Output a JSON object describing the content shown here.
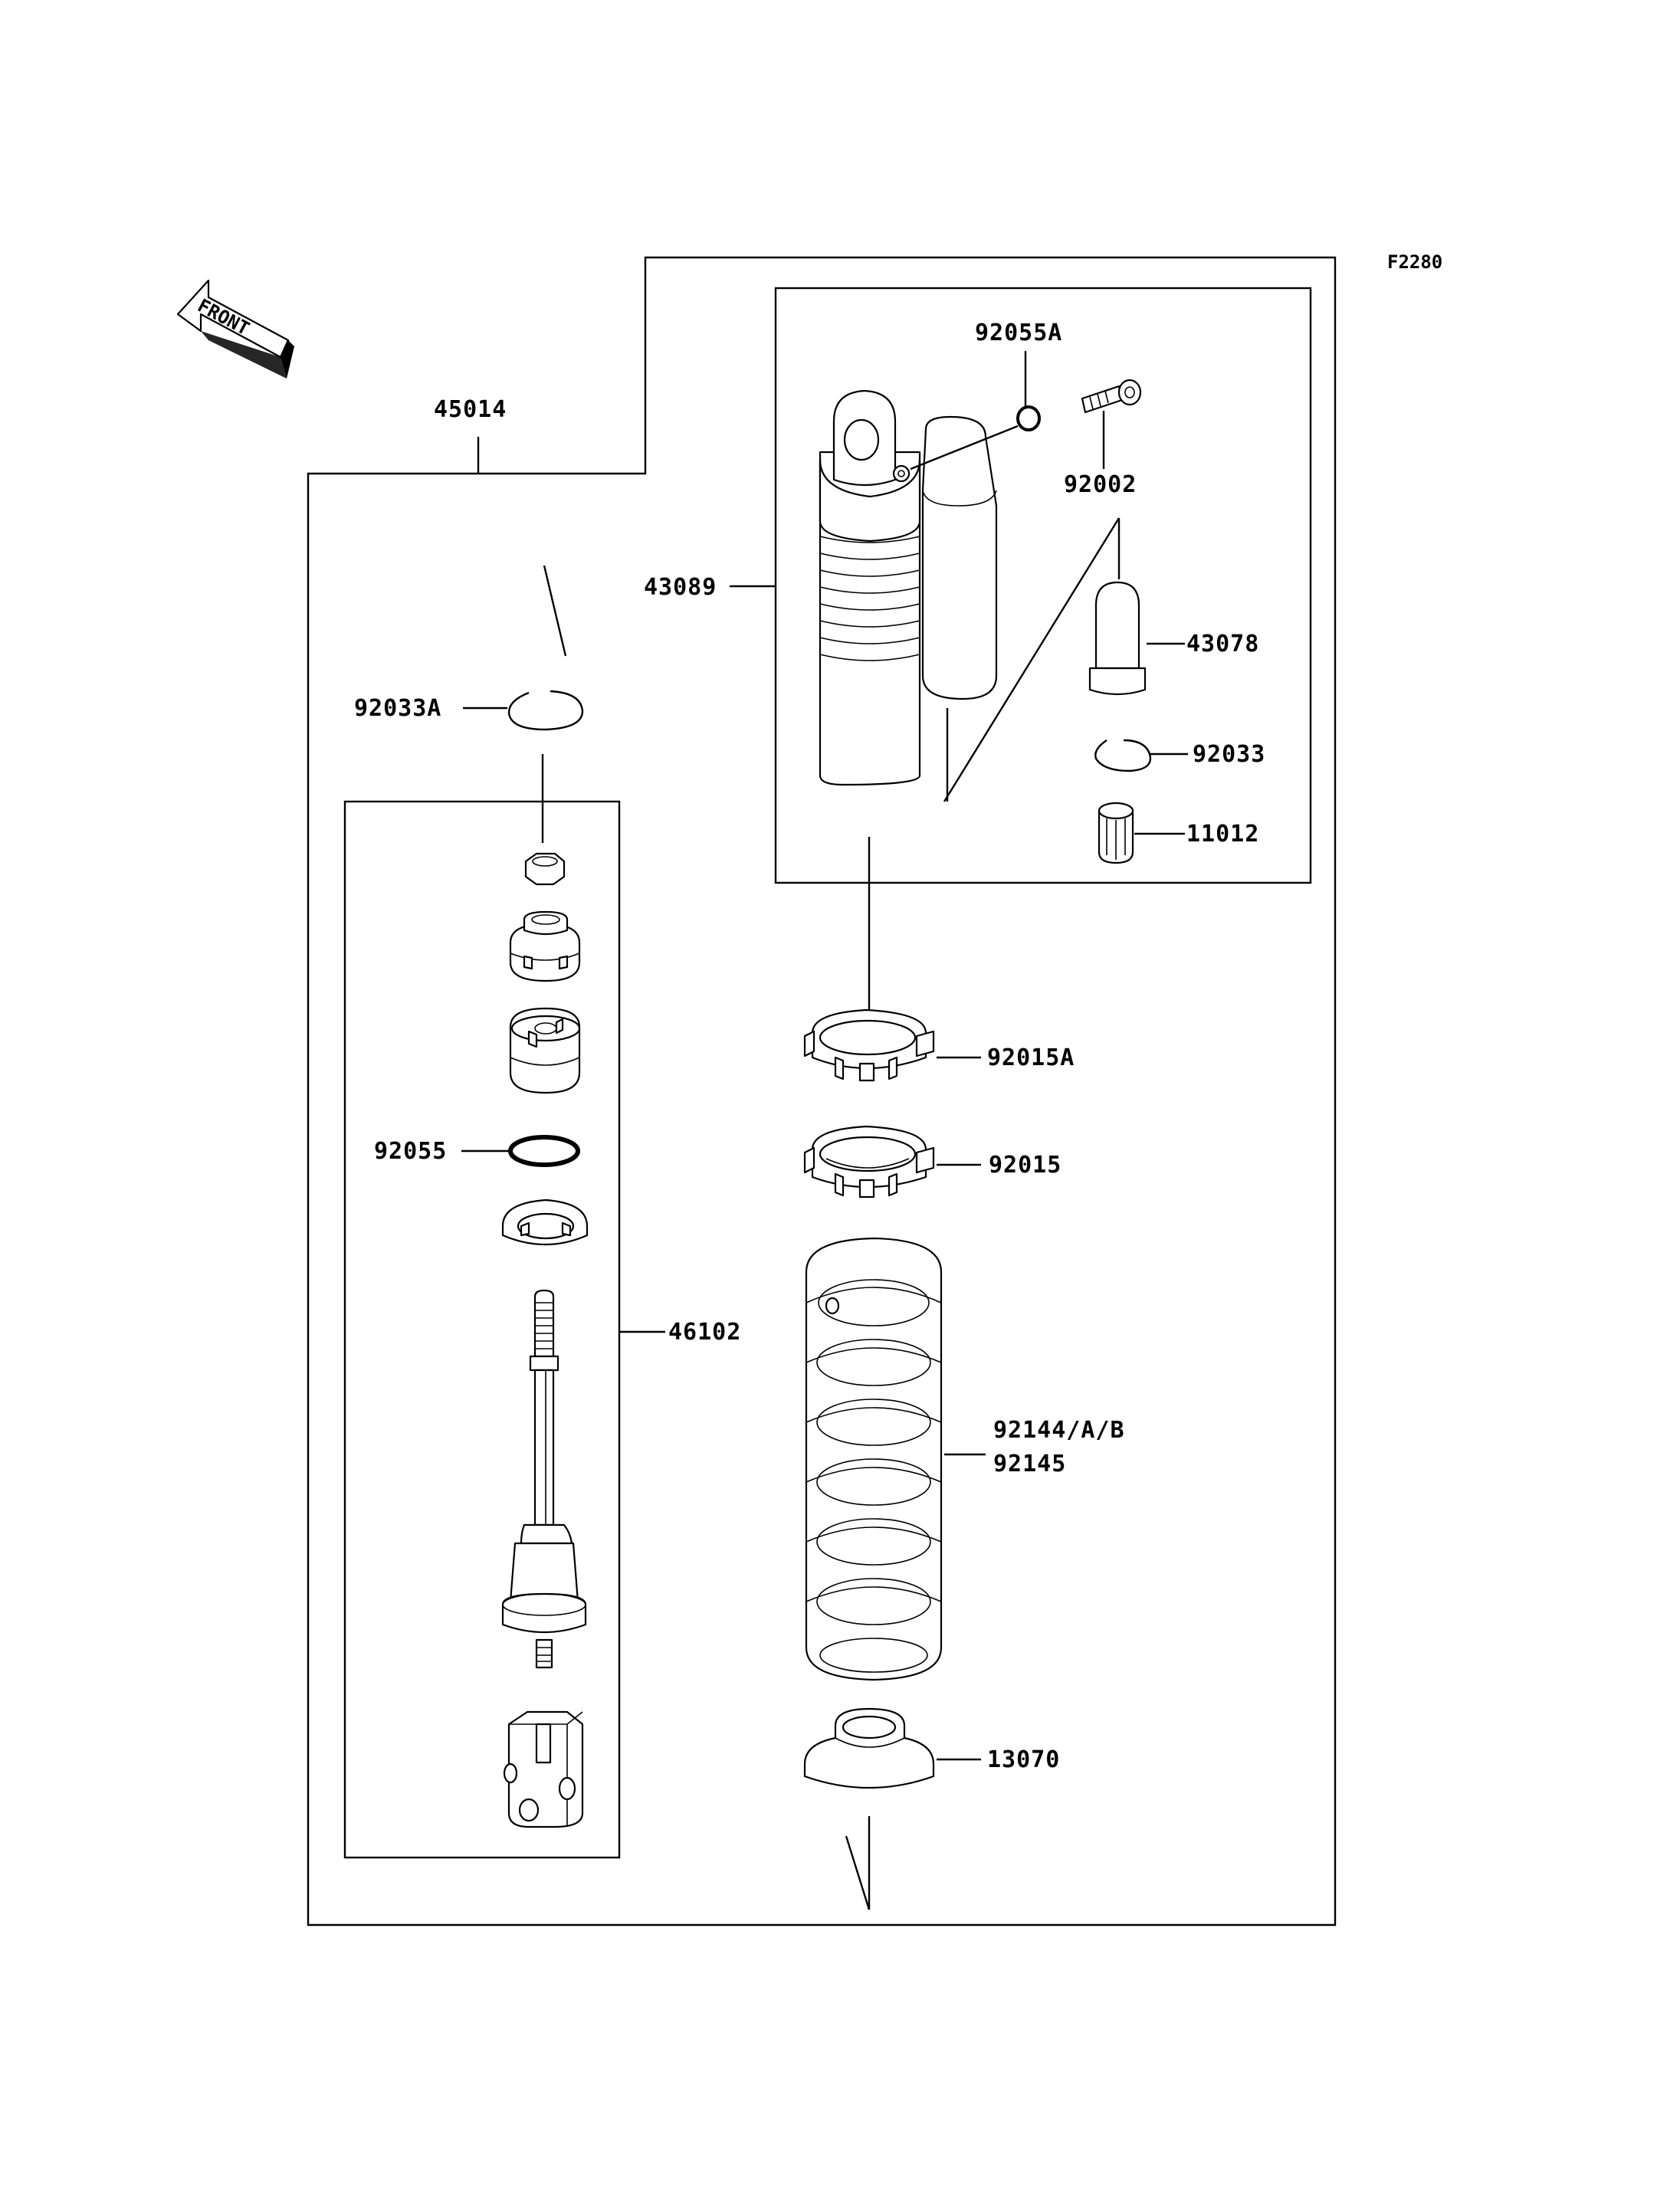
{
  "figure_id": "F2280",
  "front_arrow": {
    "text": "FRONT",
    "icon": "front-direction-arrow-icon"
  },
  "labels": {
    "assembly": "45014",
    "shock_body": "43089",
    "o_ring_a": "92055A",
    "bolt": "92002",
    "cap": "43078",
    "circlip": "92033",
    "valve": "11012",
    "circlip_a": "92033A",
    "locknut_a": "92015A",
    "locknut": "92015",
    "o_ring": "92055",
    "rod_assembly": "46102",
    "spring_line1": "92144/A/B",
    "spring_line2": "92145",
    "spring_seat": "13070"
  }
}
